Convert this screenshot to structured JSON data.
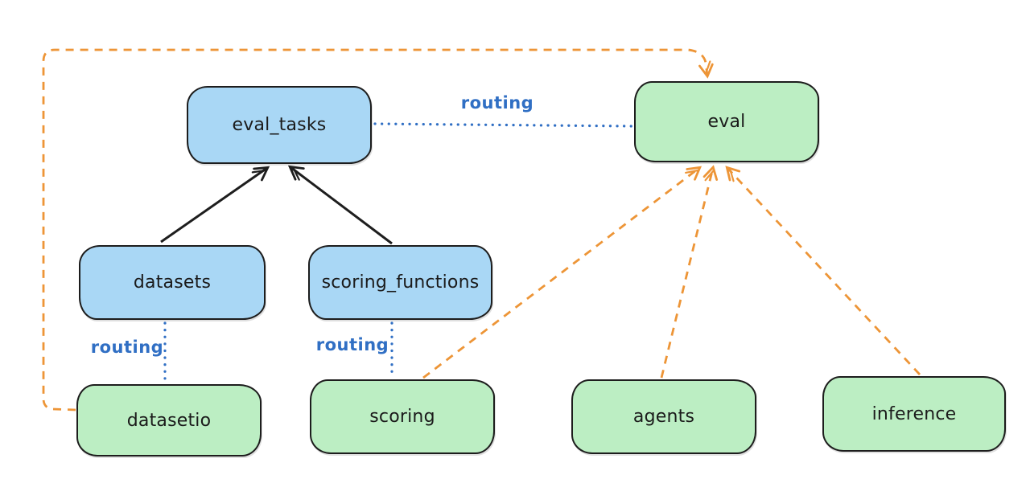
{
  "diagram": {
    "description": "architecture diagram: APIs routed to providers, eval dependencies",
    "nodes": {
      "eval_tasks": {
        "label": "eval_tasks",
        "kind": "api",
        "fill": "#a9d7f5"
      },
      "eval": {
        "label": "eval",
        "kind": "provider",
        "fill": "#bceec3"
      },
      "datasets": {
        "label": "datasets",
        "kind": "api",
        "fill": "#a9d7f5"
      },
      "scoring_functions": {
        "label": "scoring_functions",
        "kind": "api",
        "fill": "#a9d7f5"
      },
      "datasetio": {
        "label": "datasetio",
        "kind": "provider",
        "fill": "#bceec3"
      },
      "scoring": {
        "label": "scoring",
        "kind": "provider",
        "fill": "#bceec3"
      },
      "agents": {
        "label": "agents",
        "kind": "provider",
        "fill": "#bceec3"
      },
      "inference": {
        "label": "inference",
        "kind": "provider",
        "fill": "#bceec3"
      }
    },
    "edges": [
      {
        "from": "datasets",
        "to": "eval_tasks",
        "style": "solid",
        "color": "#1e1e1e",
        "arrow": true
      },
      {
        "from": "scoring_functions",
        "to": "eval_tasks",
        "style": "solid",
        "color": "#1e1e1e",
        "arrow": true
      },
      {
        "from": "eval_tasks",
        "to": "eval",
        "style": "dotted",
        "color": "#306fc4",
        "arrow": false,
        "label": "routing"
      },
      {
        "from": "datasets",
        "to": "datasetio",
        "style": "dotted",
        "color": "#306fc4",
        "arrow": false,
        "label": "routing"
      },
      {
        "from": "scoring_functions",
        "to": "scoring",
        "style": "dotted",
        "color": "#306fc4",
        "arrow": false,
        "label": "routing"
      },
      {
        "from": "scoring",
        "to": "eval",
        "style": "dashed",
        "color": "#ed9537",
        "arrow": true
      },
      {
        "from": "agents",
        "to": "eval",
        "style": "dashed",
        "color": "#ed9537",
        "arrow": true
      },
      {
        "from": "inference",
        "to": "eval",
        "style": "dashed",
        "color": "#ed9537",
        "arrow": true
      },
      {
        "from": "datasetio",
        "to": "eval",
        "style": "dashed",
        "color": "#ed9537",
        "arrow": true,
        "route": "around-left-and-top"
      }
    ],
    "colors": {
      "api_blue_fill": "#a9d7f5",
      "provider_green_fill": "#bceec3",
      "node_stroke": "#1d1d1d",
      "routing_blue": "#306fc4",
      "dependency_orange": "#ed9537",
      "background": "#ffffff"
    }
  }
}
